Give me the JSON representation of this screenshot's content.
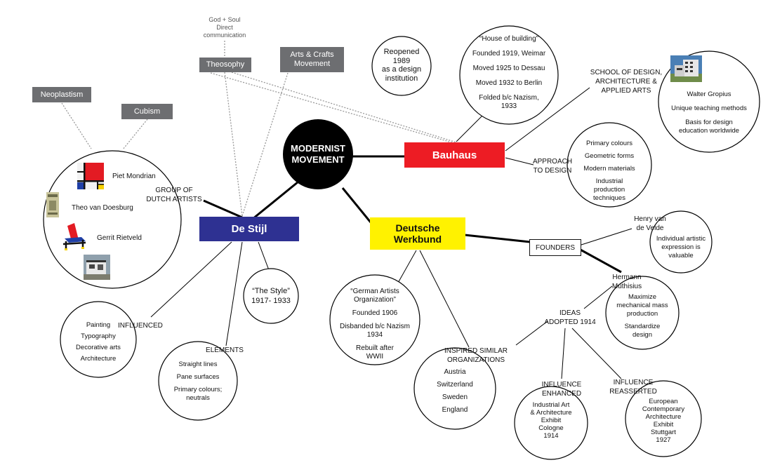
{
  "center": {
    "line1": "MODERNIST",
    "line2": "MOVEMENT"
  },
  "movements": {
    "bauhaus": {
      "label": "Bauhaus",
      "color": "#ed1c24"
    },
    "destijl": {
      "label": "De Stijl",
      "color": "#2e3192"
    },
    "werkbund": {
      "line1": "Deutsche",
      "line2": "Werkbund",
      "color": "#fff200"
    }
  },
  "influences": {
    "neoplastism": "Neoplastism",
    "cubism": "Cubism",
    "theosophy": "Theosophy",
    "theosophy_note": [
      "God + Soul",
      "Direct",
      "communication"
    ],
    "arts_crafts": [
      "Arts & Crafts",
      "Movement"
    ]
  },
  "bauhaus": {
    "reopened": [
      "Reopened",
      "1989",
      "as a design",
      "institution"
    ],
    "facts": [
      "“House of building”",
      "Founded 1919, Weimar",
      "Moved 1925 to Dessau",
      "Moved 1932 to Berlin",
      "Folded b/c Nazism,",
      "1933"
    ],
    "school_label": [
      "SCHOOL OF DESIGN,",
      "ARCHITECTURE &",
      "APPLIED ARTS"
    ],
    "school_items": [
      "Walter Gropius",
      "Unique teaching methods",
      "Basis for design",
      "education worldwide"
    ],
    "approach_label": [
      "APPROACH",
      "TO DESIGN"
    ],
    "approach_items": [
      "Primary colours",
      "Geometric forms",
      "Modern materials",
      "Industrial",
      "production",
      "techniques"
    ]
  },
  "destijl": {
    "group_label": [
      "GROUP OF",
      "DUTCH ARTISTS"
    ],
    "artists": [
      "Piet Mondrian",
      "Theo van Doesburg",
      "Gerrit Rietveld"
    ],
    "style": [
      "“The Style”",
      "1917- 1933"
    ],
    "influenced_label": "INFLUENCED",
    "influenced_items": [
      "Painting",
      "Typography",
      "Decorative arts",
      "Architecture"
    ],
    "elements_label": "ELEMENTS",
    "elements_items": [
      "Straight lines",
      "Pane surfaces",
      "Primary colours;",
      "neutrals"
    ]
  },
  "werkbund": {
    "org": [
      "“German Artists",
      "Organization”",
      "Founded 1906",
      "Disbanded b/c Nazism",
      "1934",
      "Rebuilt after",
      "WWII"
    ],
    "inspired_label": [
      "INSPIRED SIMILAR",
      "ORGANIZATIONS"
    ],
    "countries": [
      "Austria",
      "Switzerland",
      "Sweden",
      "England"
    ],
    "founders_label": "FOUNDERS",
    "henry": [
      "Henry van",
      "de Velde"
    ],
    "henry_note": [
      "Individual artistic",
      "expression is",
      "valuable"
    ],
    "hermann": [
      "Hermann",
      "Muthisius"
    ],
    "hermann_note": [
      "Maximize",
      "mechanical mass",
      "production",
      "Standardize",
      "design"
    ],
    "ideas_label": [
      "IDEAS",
      "ADOPTED 1914"
    ],
    "enhanced_label": [
      "INFLUENCE",
      "ENHANCED"
    ],
    "enhanced_items": [
      "Industrial Art",
      "& Architecture",
      "Exhibit",
      "Cologne",
      "1914"
    ],
    "reasserted_label": [
      "INFLUENCE",
      "REASSERTED"
    ],
    "reasserted_items": [
      "European",
      "Contemporary",
      "Architecture",
      "Exhibit",
      "Stuttgart",
      "1927"
    ]
  }
}
